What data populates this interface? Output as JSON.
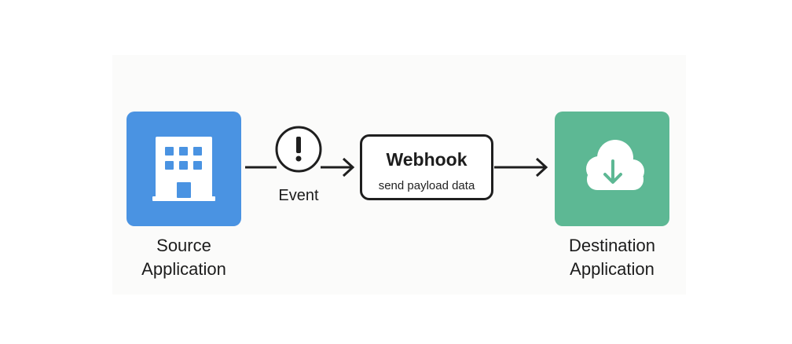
{
  "nodes": {
    "source": {
      "line1": "Source",
      "line2": "Application",
      "icon": "building-icon",
      "color": "#4a93e2"
    },
    "webhook": {
      "title": "Webhook",
      "subtitle": "send payload data"
    },
    "destination": {
      "line1": "Destination",
      "line2": "Application",
      "icon": "cloud-download-icon",
      "color": "#5db894"
    }
  },
  "edges": {
    "event": {
      "label": "Event",
      "icon": "alert-circle-icon"
    }
  }
}
